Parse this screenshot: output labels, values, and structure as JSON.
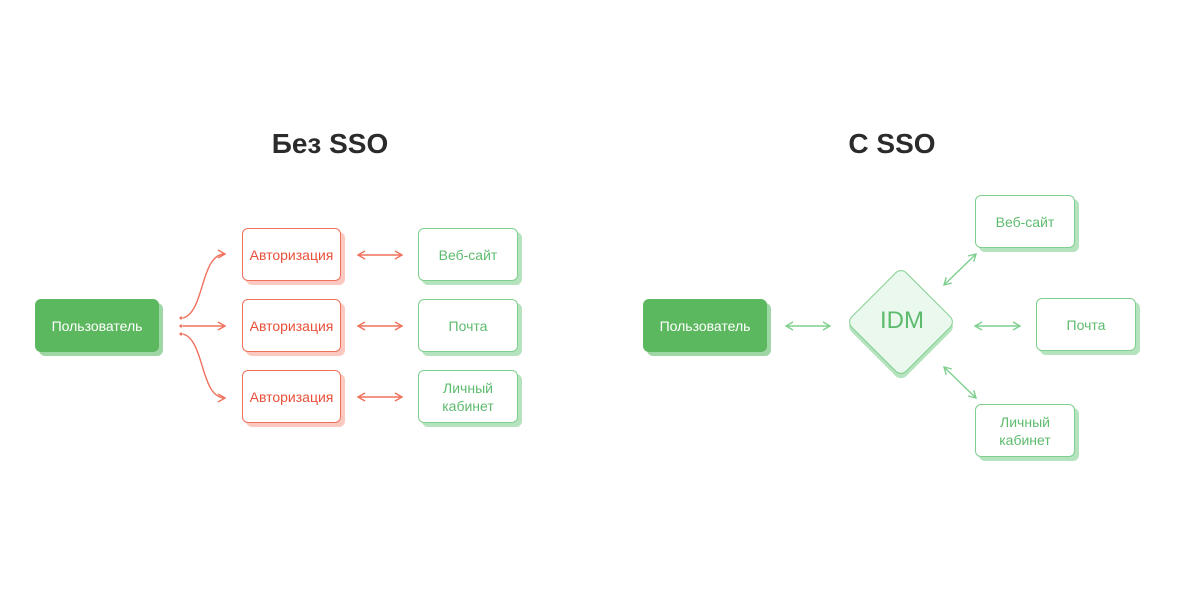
{
  "left": {
    "title": "Без SSO",
    "user": "Пользователь",
    "auth": [
      "Авторизация",
      "Авторизация",
      "Авторизация"
    ],
    "services": [
      "Веб-сайт",
      "Почта",
      "Личный кабинет"
    ]
  },
  "right": {
    "title": "С SSO",
    "user": "Пользователь",
    "idm": "IDM",
    "services": [
      "Веб-сайт",
      "Почта",
      "Личный кабинет"
    ]
  },
  "colors": {
    "green": "#5cb85f",
    "red": "#e8503a"
  }
}
